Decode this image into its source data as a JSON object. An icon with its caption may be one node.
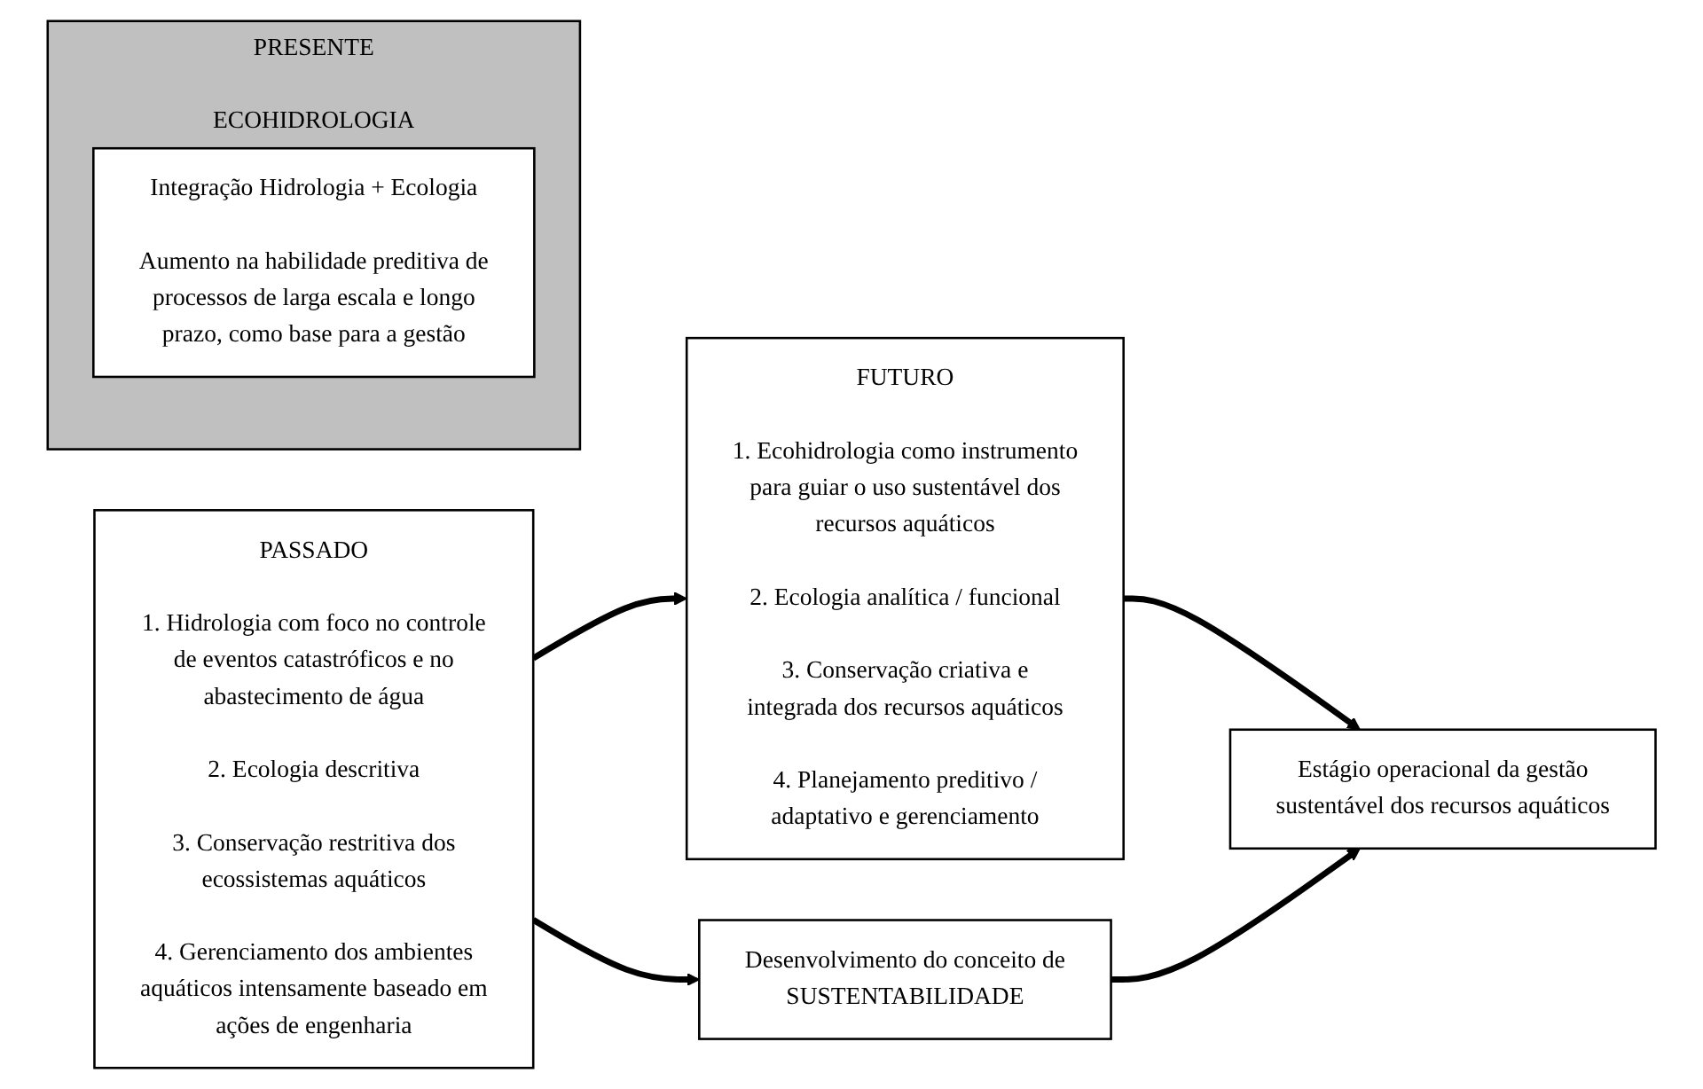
{
  "diagram": {
    "nodes": [
      {
        "text": [
          "PASSADO",
          "1. Hidrologia com foco no controle de eventos catastróficos e no abastecimento de água",
          "2. Ecologia descritiva",
          "3. Conservação restritiva dos ecossistemas aquáticos",
          "4. Gerenciamento dos ambientes aquáticos intensamente baseado em ações de engenharia"
        ]
      },
      {
        "text": [
          "PRESENTE",
          "ECOHIDROLOGIA"
        ]
      },
      {
        "text": [
          "Integração Hidrologia + Ecologia",
          "Aumento na habilidade preditiva de processos de larga escala e longo prazo, como base para a gestão"
        ],
        "in": 1
      },
      {
        "text": [
          "FUTURO",
          "1. Ecohidrologia como instrumento para guiar o uso sustentável dos recursos aquáticos",
          "2. Ecologia analítica / funcional",
          "3. Conservação criativa e integrada dos recursos aquáticos",
          "4. Planejamento preditivo / adaptativo e gerenciamento"
        ]
      },
      {
        "text": [
          "Desenvolvimento do conceito de SUSTENTABILIDADE"
        ]
      },
      {
        "text": [
          "Estágio operacional da gestão sustentável dos recursos aquáticos"
        ]
      }
    ],
    "edges": [
      {
        "from": 0,
        "to": 3,
        "arrow": "to"
      },
      {
        "from": 0,
        "to": 4,
        "arrow": "to"
      },
      {
        "from": 3,
        "to": 5,
        "arrow": "to"
      },
      {
        "from": 4,
        "to": 5,
        "arrow": "to"
      }
    ]
  }
}
